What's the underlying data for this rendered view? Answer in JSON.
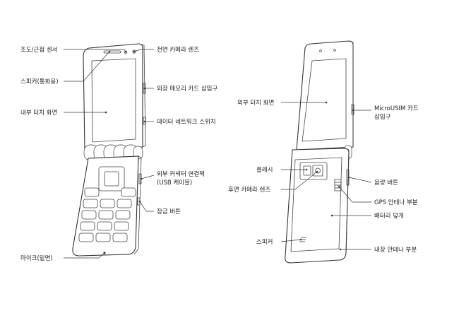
{
  "callouts": {
    "light_proximity_sensor": "조도/근접 센서",
    "earpiece_speaker": "스피커(통화용)",
    "inner_touch_screen": "내부 터치 화면",
    "mouthpiece_mic": "마이크(밑면)",
    "front_camera_lens": "전면 카메라 렌즈",
    "memory_card_slot": "외장 메모리 카드 삽입구",
    "data_network_switch": "데이터 네트워크 스위치",
    "external_connector_jack": "외부 커넥터 연결잭",
    "external_connector_jack_note": "(USB 케이블)",
    "lock_button": "잠금 버튼",
    "outer_touch_screen": "외부 터치 화면",
    "flash": "플래시",
    "rear_camera_lens": "후면 카메라 렌즈",
    "speaker": "스피커",
    "microusim_slot_line1": "MicroUSIM 카드",
    "microusim_slot_line2": "삽입구",
    "volume_button": "음량 버튼",
    "gps_antenna": "GPS 안테나 부분",
    "battery_cover": "배터리 덮개",
    "internal_antenna": "내장 안테나 부분"
  }
}
